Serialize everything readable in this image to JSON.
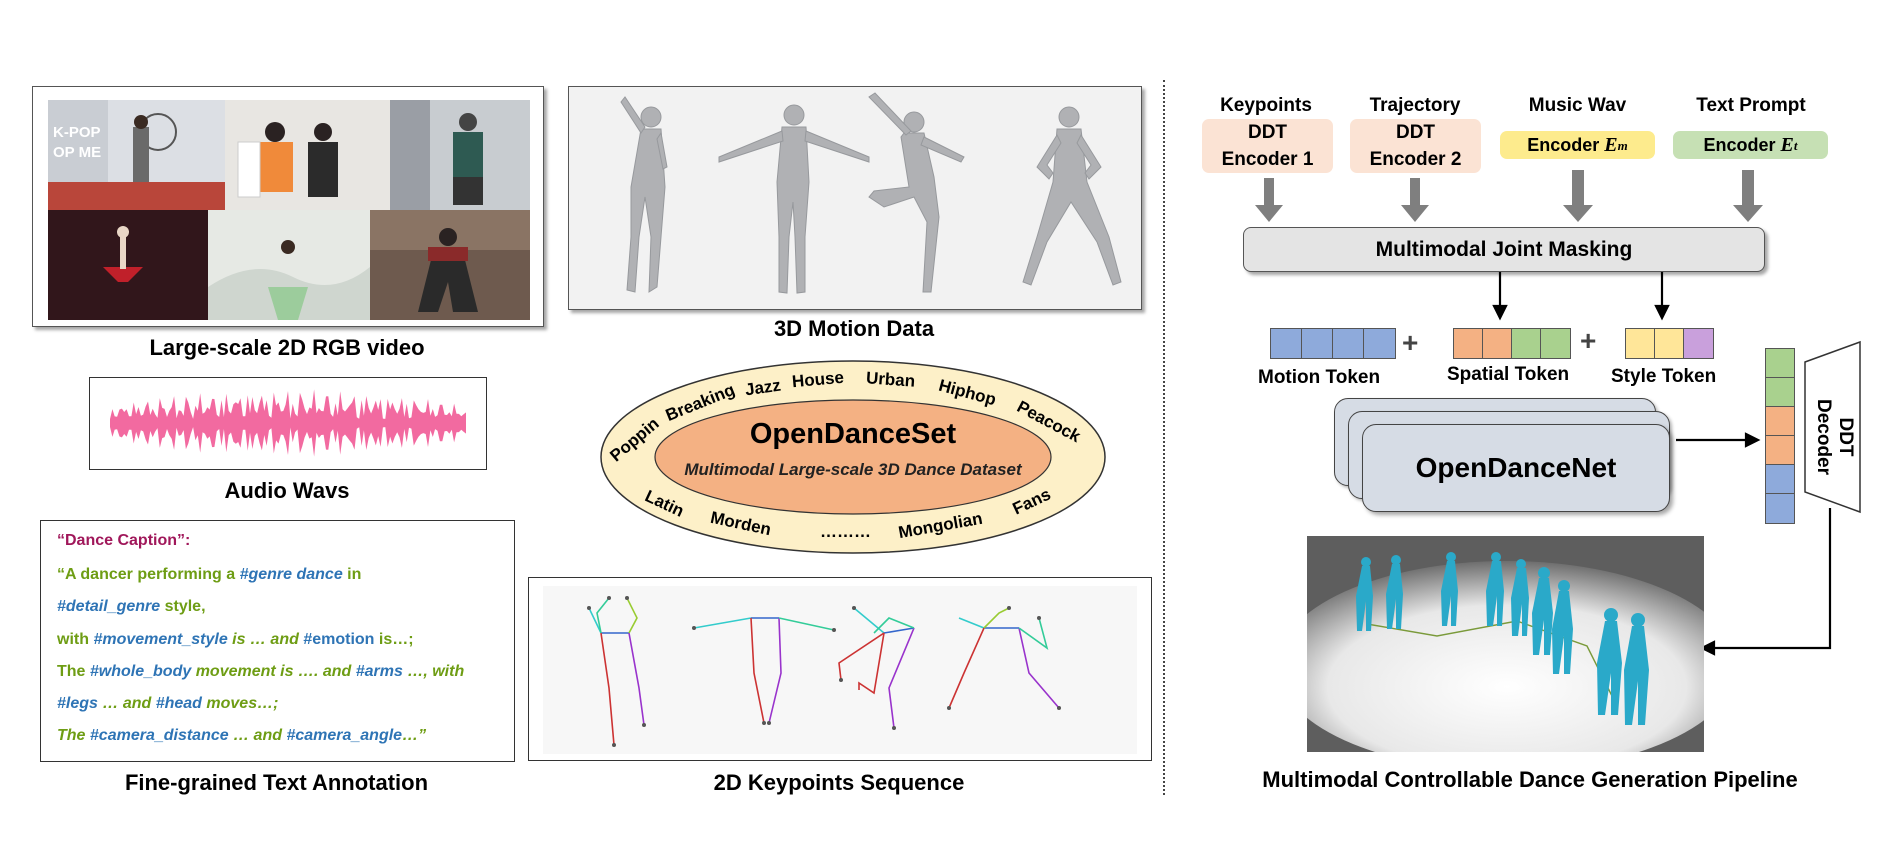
{
  "video_panel": {
    "caption": "Large-scale 2D RGB video",
    "overlay_line1": "K-POP",
    "overlay_line2": "OP ME"
  },
  "audio_panel": {
    "caption": "Audio Wavs",
    "color": "#f26aa0"
  },
  "text_panel": {
    "caption": "Fine-grained Text Annotation",
    "title": "“Dance Caption”:",
    "line1": {
      "a": "“A dancer performing a ",
      "b": "#genre",
      "c": " dance",
      "d": " in"
    },
    "line2": {
      "a": "#detail_genre",
      "b": " style,"
    },
    "line3": {
      "a": "with  ",
      "b": "#movement_style",
      "c": " is … and ",
      "d": "#emotion",
      "e": " is…;"
    },
    "line4": {
      "a": "The ",
      "b": "#whole_body",
      "c": " movement is …. and ",
      "d": "#arms",
      "e": " …, with"
    },
    "line5": {
      "a": "#legs",
      "b": " … and ",
      "c": "#head",
      "d": " moves…;"
    },
    "line6": {
      "a": "The ",
      "b": "#camera_distance",
      "c": " … and ",
      "d": "#camera_angle",
      "e": "…”"
    }
  },
  "motion_panel": {
    "caption": "3D Motion Data"
  },
  "dataset": {
    "name": "OpenDanceSet",
    "subtitle": "Multimodal Large-scale 3D Dance Dataset",
    "genres": [
      "Poppin",
      "Breaking",
      "Jazz",
      "House",
      "Urban",
      "Hiphop",
      "Peacock",
      "Latin",
      "Morden",
      "………",
      "Mongolian",
      "Fans"
    ]
  },
  "keypoints_panel": {
    "caption": "2D Keypoints Sequence"
  },
  "pipeline": {
    "caption": "Multimodal Controllable Dance Generation Pipeline",
    "encoders": [
      {
        "title": "Keypoints",
        "line1": "DDT",
        "line2": "Encoder 1",
        "color": "#fbe3d4"
      },
      {
        "title": "Trajectory",
        "line1": "DDT",
        "line2": "Encoder 2",
        "color": "#fbe3d4"
      },
      {
        "title": "Music Wav",
        "line1": "Encoder",
        "sym": "E",
        "sub": "m",
        "color": "#fdeb8d"
      },
      {
        "title": "Text Prompt",
        "line1": "Encoder",
        "sym": "E",
        "sub": "t",
        "color": "#c6e0b4"
      }
    ],
    "masking_label": "Multimodal Joint Masking",
    "plus": "+",
    "tokens": {
      "motion_label": "Motion Token",
      "spatial_label": "Spatial Token",
      "style_label": "Style Token",
      "motion_color": "#8eaadb",
      "spatial_colors": [
        "#f4b183",
        "#f4b183",
        "#a9d18e",
        "#a9d18e"
      ],
      "style_colors": [
        "#ffe699",
        "#ffe699",
        "#c9a0dc"
      ]
    },
    "net_label": "OpenDanceNet",
    "decoder_label": "DDT Decoder",
    "stack_colors": [
      "#a9d18e",
      "#a9d18e",
      "#f4b183",
      "#f4b183",
      "#8eaadb",
      "#8eaadb"
    ]
  }
}
